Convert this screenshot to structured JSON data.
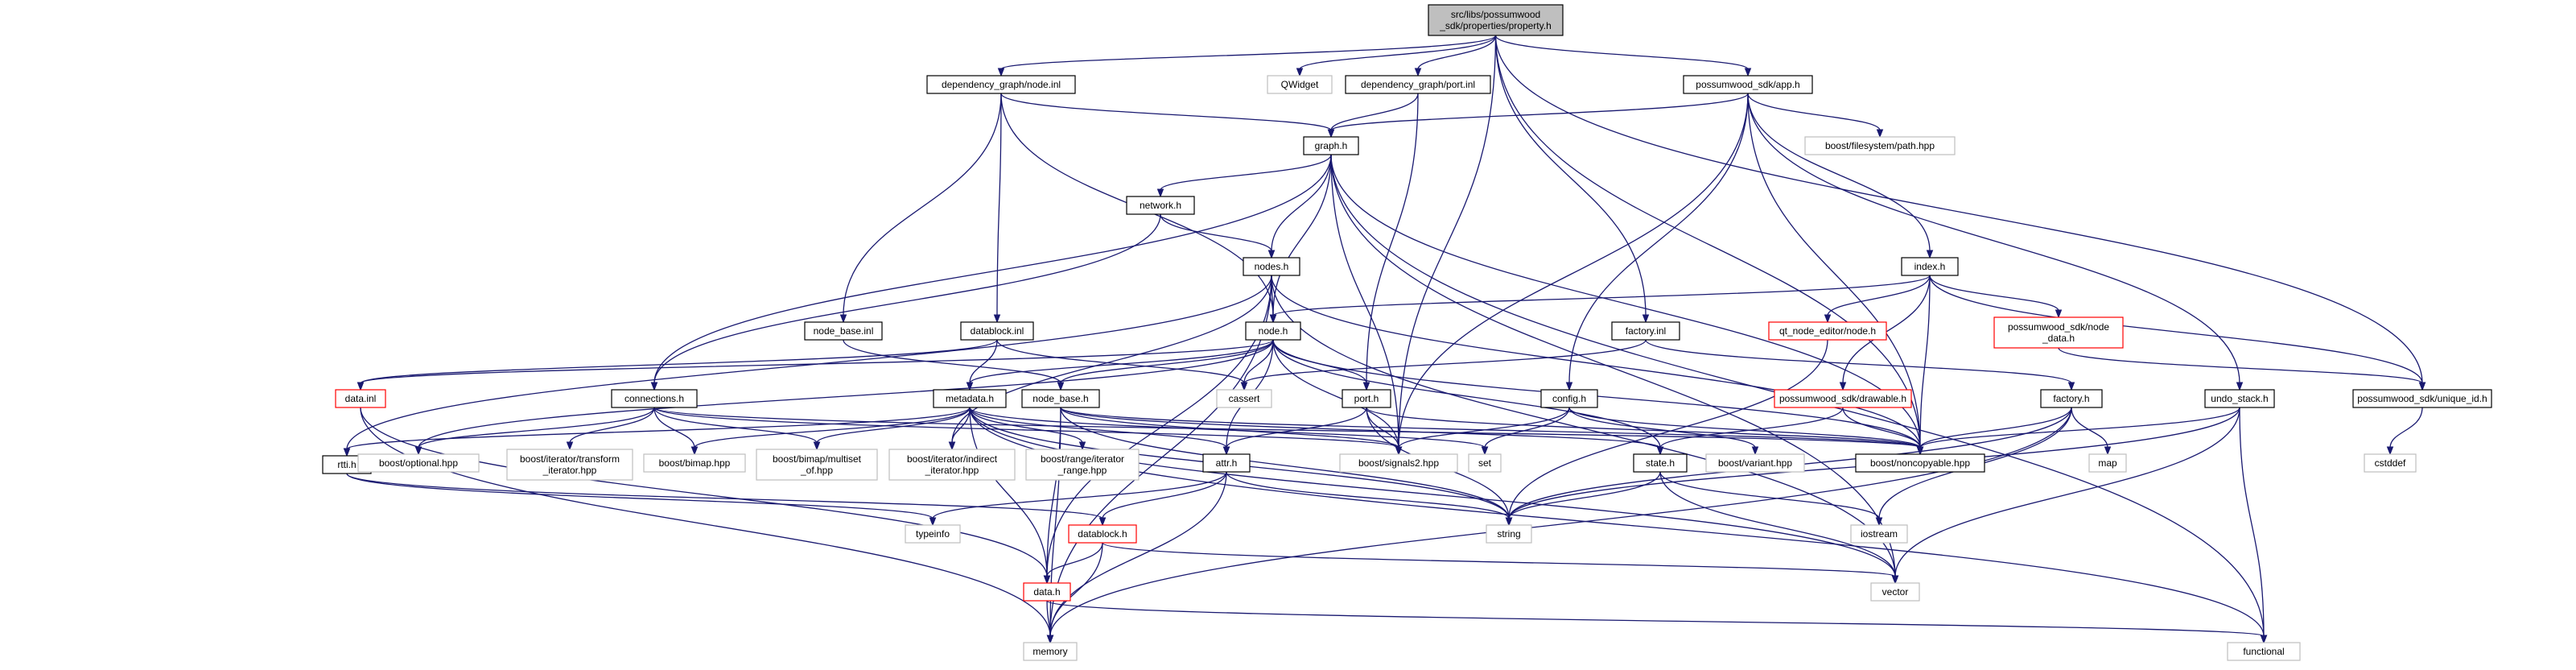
{
  "colors": {
    "edge": "#191970",
    "box_internal": "#000000",
    "box_external": "#bfbfbf",
    "box_incomplete": "#ff0000",
    "root_fill": "#bfbfbf",
    "text": "#000000"
  },
  "nodes": {
    "property_h": {
      "lines": [
        "src/libs/possumwood",
        "_sdk/properties/property.h"
      ],
      "kind": "root"
    },
    "dep_node_inl": {
      "lines": [
        "dependency_graph/node.inl"
      ],
      "kind": "internal"
    },
    "qwidget": {
      "lines": [
        "QWidget"
      ],
      "kind": "external"
    },
    "dep_port_inl": {
      "lines": [
        "dependency_graph/port.inl"
      ],
      "kind": "internal"
    },
    "app_h": {
      "lines": [
        "possumwood_sdk/app.h"
      ],
      "kind": "internal"
    },
    "graph_h": {
      "lines": [
        "graph.h"
      ],
      "kind": "internal"
    },
    "boost_fs_path": {
      "lines": [
        "boost/filesystem/path.hpp"
      ],
      "kind": "external"
    },
    "network_h": {
      "lines": [
        "network.h"
      ],
      "kind": "internal"
    },
    "nodes_h": {
      "lines": [
        "nodes.h"
      ],
      "kind": "internal"
    },
    "index_h": {
      "lines": [
        "index.h"
      ],
      "kind": "internal"
    },
    "node_base_inl": {
      "lines": [
        "node_base.inl"
      ],
      "kind": "internal"
    },
    "datablock_inl": {
      "lines": [
        "datablock.inl"
      ],
      "kind": "internal"
    },
    "node_h": {
      "lines": [
        "node.h"
      ],
      "kind": "internal"
    },
    "factory_inl": {
      "lines": [
        "factory.inl"
      ],
      "kind": "internal"
    },
    "qt_node_editor_node_h": {
      "lines": [
        "qt_node_editor/node.h"
      ],
      "kind": "incomplete"
    },
    "node_data_h": {
      "lines": [
        "possumwood_sdk/node",
        "_data.h"
      ],
      "kind": "incomplete"
    },
    "data_inl": {
      "lines": [
        "data.inl"
      ],
      "kind": "incomplete"
    },
    "connections_h": {
      "lines": [
        "connections.h"
      ],
      "kind": "internal"
    },
    "metadata_h": {
      "lines": [
        "metadata.h"
      ],
      "kind": "internal"
    },
    "node_base_h": {
      "lines": [
        "node_base.h"
      ],
      "kind": "internal"
    },
    "cassert": {
      "lines": [
        "cassert"
      ],
      "kind": "external"
    },
    "port_h": {
      "lines": [
        "port.h"
      ],
      "kind": "internal"
    },
    "config_h": {
      "lines": [
        "config.h"
      ],
      "kind": "internal"
    },
    "drawable_h": {
      "lines": [
        "possumwood_sdk/drawable.h"
      ],
      "kind": "incomplete"
    },
    "factory_h": {
      "lines": [
        "factory.h"
      ],
      "kind": "internal"
    },
    "undo_stack_h": {
      "lines": [
        "undo_stack.h"
      ],
      "kind": "internal"
    },
    "unique_id_h": {
      "lines": [
        "possumwood_sdk/unique_id.h"
      ],
      "kind": "internal"
    },
    "rtti_h": {
      "lines": [
        "rtti.h"
      ],
      "kind": "internal"
    },
    "boost_optional": {
      "lines": [
        "boost/optional.hpp"
      ],
      "kind": "external"
    },
    "boost_iter_transform": {
      "lines": [
        "boost/iterator/transform",
        "_iterator.hpp"
      ],
      "kind": "external"
    },
    "boost_bimap": {
      "lines": [
        "boost/bimap.hpp"
      ],
      "kind": "external"
    },
    "boost_bimap_multiset": {
      "lines": [
        "boost/bimap/multiset",
        "_of.hpp"
      ],
      "kind": "external"
    },
    "boost_iter_indirect": {
      "lines": [
        "boost/iterator/indirect",
        "_iterator.hpp"
      ],
      "kind": "external"
    },
    "boost_range_iter": {
      "lines": [
        "boost/range/iterator",
        "_range.hpp"
      ],
      "kind": "external"
    },
    "boost_signals2": {
      "lines": [
        "boost/signals2.hpp"
      ],
      "kind": "external"
    },
    "set": {
      "lines": [
        "set"
      ],
      "kind": "external"
    },
    "state_h": {
      "lines": [
        "state.h"
      ],
      "kind": "internal"
    },
    "boost_variant": {
      "lines": [
        "boost/variant.hpp"
      ],
      "kind": "external"
    },
    "boost_noncopyable": {
      "lines": [
        "boost/noncopyable.hpp"
      ],
      "kind": "internal"
    },
    "map": {
      "lines": [
        "map"
      ],
      "kind": "external"
    },
    "cstddef": {
      "lines": [
        "cstddef"
      ],
      "kind": "external"
    },
    "attr_h": {
      "lines": [
        "attr.h"
      ],
      "kind": "internal"
    },
    "typeinfo": {
      "lines": [
        "typeinfo"
      ],
      "kind": "external"
    },
    "datablock_h": {
      "lines": [
        "datablock.h"
      ],
      "kind": "incomplete"
    },
    "string": {
      "lines": [
        "string"
      ],
      "kind": "external"
    },
    "iostream": {
      "lines": [
        "iostream"
      ],
      "kind": "external"
    },
    "vector": {
      "lines": [
        "vector"
      ],
      "kind": "external"
    },
    "data_h": {
      "lines": [
        "data.h"
      ],
      "kind": "incomplete"
    },
    "memory": {
      "lines": [
        "memory"
      ],
      "kind": "external"
    },
    "functional": {
      "lines": [
        "functional"
      ],
      "kind": "external"
    }
  },
  "edges": [
    [
      "property_h",
      "dep_node_inl"
    ],
    [
      "property_h",
      "qwidget"
    ],
    [
      "property_h",
      "dep_port_inl"
    ],
    [
      "property_h",
      "app_h"
    ],
    [
      "property_h",
      "factory_inl"
    ],
    [
      "property_h",
      "unique_id_h"
    ],
    [
      "property_h",
      "boost_signals2"
    ],
    [
      "property_h",
      "boost_noncopyable"
    ],
    [
      "dep_node_inl",
      "graph_h"
    ],
    [
      "dep_node_inl",
      "node_base_inl"
    ],
    [
      "dep_node_inl",
      "datablock_inl"
    ],
    [
      "dep_node_inl",
      "node_h"
    ],
    [
      "dep_port_inl",
      "graph_h"
    ],
    [
      "dep_port_inl",
      "port_h"
    ],
    [
      "app_h",
      "graph_h"
    ],
    [
      "app_h",
      "boost_fs_path"
    ],
    [
      "app_h",
      "index_h"
    ],
    [
      "app_h",
      "undo_stack_h"
    ],
    [
      "app_h",
      "config_h"
    ],
    [
      "app_h",
      "boost_signals2"
    ],
    [
      "app_h",
      "boost_noncopyable"
    ],
    [
      "graph_h",
      "network_h"
    ],
    [
      "graph_h",
      "nodes_h"
    ],
    [
      "graph_h",
      "node_h"
    ],
    [
      "graph_h",
      "connections_h"
    ],
    [
      "graph_h",
      "boost_signals2"
    ],
    [
      "graph_h",
      "boost_noncopyable"
    ],
    [
      "graph_h",
      "vector"
    ],
    [
      "graph_h",
      "functional"
    ],
    [
      "network_h",
      "nodes_h"
    ],
    [
      "network_h",
      "connections_h"
    ],
    [
      "nodes_h",
      "node_h"
    ],
    [
      "nodes_h",
      "memory"
    ],
    [
      "nodes_h",
      "boost_iter_indirect"
    ],
    [
      "nodes_h",
      "boost_noncopyable"
    ],
    [
      "nodes_h",
      "data_h"
    ],
    [
      "nodes_h",
      "rtti_h"
    ],
    [
      "nodes_h",
      "vector"
    ],
    [
      "index_h",
      "node_h"
    ],
    [
      "index_h",
      "qt_node_editor_node_h"
    ],
    [
      "index_h",
      "node_data_h"
    ],
    [
      "index_h",
      "drawable_h"
    ],
    [
      "index_h",
      "unique_id_h"
    ],
    [
      "index_h",
      "boost_noncopyable"
    ],
    [
      "node_base_inl",
      "node_base_h"
    ],
    [
      "datablock_inl",
      "metadata_h"
    ],
    [
      "datablock_inl",
      "data_inl"
    ],
    [
      "datablock_inl",
      "cassert"
    ],
    [
      "node_h",
      "metadata_h"
    ],
    [
      "node_h",
      "node_base_h"
    ],
    [
      "node_h",
      "port_h"
    ],
    [
      "node_h",
      "attr_h"
    ],
    [
      "node_h",
      "boost_signals2"
    ],
    [
      "node_h",
      "boost_noncopyable"
    ],
    [
      "node_h",
      "state_h"
    ],
    [
      "node_h",
      "data_inl"
    ],
    [
      "node_h",
      "boost_optional"
    ],
    [
      "node_h",
      "cassert"
    ],
    [
      "factory_inl",
      "factory_h"
    ],
    [
      "factory_inl",
      "cassert"
    ],
    [
      "qt_node_editor_node_h",
      "string"
    ],
    [
      "node_data_h",
      "unique_id_h"
    ],
    [
      "data_inl",
      "data_h"
    ],
    [
      "data_inl",
      "memory"
    ],
    [
      "connections_h",
      "boost_optional"
    ],
    [
      "connections_h",
      "boost_iter_transform"
    ],
    [
      "connections_h",
      "boost_bimap"
    ],
    [
      "connections_h",
      "boost_bimap_multiset"
    ],
    [
      "connections_h",
      "boost_signals2"
    ],
    [
      "connections_h",
      "boost_noncopyable"
    ],
    [
      "metadata_h",
      "attr_h"
    ],
    [
      "metadata_h",
      "boost_bimap"
    ],
    [
      "metadata_h",
      "boost_iter_indirect"
    ],
    [
      "metadata_h",
      "boost_range_iter"
    ],
    [
      "metadata_h",
      "data_h"
    ],
    [
      "metadata_h",
      "string"
    ],
    [
      "metadata_h",
      "vector"
    ],
    [
      "metadata_h",
      "rtti_h"
    ],
    [
      "metadata_h",
      "functional"
    ],
    [
      "metadata_h",
      "set"
    ],
    [
      "metadata_h",
      "boost_bimap_multiset"
    ],
    [
      "node_base_h",
      "data_h"
    ],
    [
      "node_base_h",
      "boost_signals2"
    ],
    [
      "node_base_h",
      "boost_noncopyable"
    ],
    [
      "node_base_h",
      "string"
    ],
    [
      "node_base_h",
      "memory"
    ],
    [
      "node_base_h",
      "state_h"
    ],
    [
      "port_h",
      "attr_h"
    ],
    [
      "port_h",
      "boost_signals2"
    ],
    [
      "port_h",
      "string"
    ],
    [
      "port_h",
      "boost_noncopyable"
    ],
    [
      "config_h",
      "set"
    ],
    [
      "config_h",
      "boost_variant"
    ],
    [
      "config_h",
      "boost_signals2"
    ],
    [
      "config_h",
      "boost_noncopyable"
    ],
    [
      "drawable_h",
      "state_h"
    ],
    [
      "drawable_h",
      "boost_noncopyable"
    ],
    [
      "factory_h",
      "string"
    ],
    [
      "factory_h",
      "map"
    ],
    [
      "factory_h",
      "iostream"
    ],
    [
      "factory_h",
      "memory"
    ],
    [
      "factory_h",
      "boost_noncopyable"
    ],
    [
      "undo_stack_h",
      "boost_noncopyable"
    ],
    [
      "undo_stack_h",
      "functional"
    ],
    [
      "undo_stack_h",
      "vector"
    ],
    [
      "undo_stack_h",
      "string"
    ],
    [
      "unique_id_h",
      "cstddef"
    ],
    [
      "rtti_h",
      "typeinfo"
    ],
    [
      "rtti_h",
      "datablock_h"
    ],
    [
      "state_h",
      "string"
    ],
    [
      "state_h",
      "vector"
    ],
    [
      "state_h",
      "iostream"
    ],
    [
      "attr_h",
      "typeinfo"
    ],
    [
      "attr_h",
      "datablock_h"
    ],
    [
      "attr_h",
      "string"
    ],
    [
      "attr_h",
      "memory"
    ],
    [
      "datablock_h",
      "data_h"
    ],
    [
      "datablock_h",
      "memory"
    ],
    [
      "datablock_h",
      "vector"
    ],
    [
      "data_h",
      "memory"
    ],
    [
      "data_h",
      "functional"
    ]
  ]
}
